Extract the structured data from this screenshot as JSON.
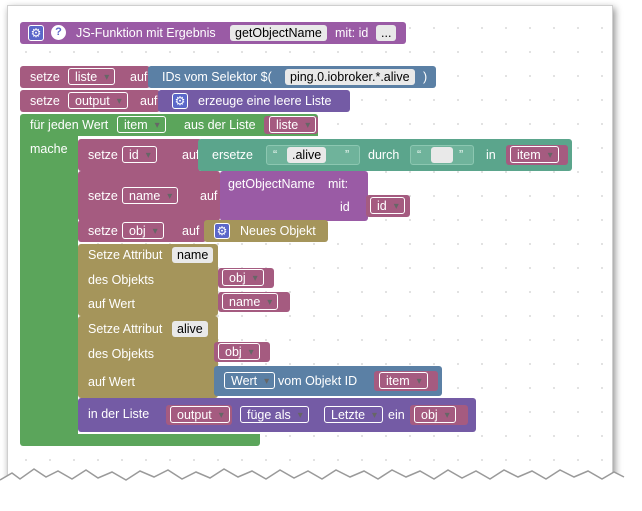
{
  "header": {
    "title": "JS-Funktion mit Ergebnis",
    "func_name": "getObjectName",
    "with_label": "mit: id",
    "more": "..."
  },
  "row1": {
    "set": "setze",
    "var": "liste",
    "to": "auf",
    "ids": "IDs vom Selektor $(",
    "selector": "ping.0.iobroker.*.alive",
    "close": ")"
  },
  "row2": {
    "set": "setze",
    "var": "output",
    "to": "auf",
    "create": "erzeuge eine leere Liste"
  },
  "loop": {
    "for_each": "für jeden Wert",
    "var": "item",
    "from_list": "aus der Liste",
    "list": "liste",
    "do": "mache"
  },
  "s1": {
    "set": "setze",
    "var": "id",
    "to": "auf",
    "replace": "ersetze",
    "q1": "“",
    "arg1": ".alive",
    "q2": "”",
    "by": "durch",
    "q3": "“",
    "q4": "”",
    "in": "in",
    "item": "item"
  },
  "s2": {
    "set": "setze",
    "var": "name",
    "to": "auf",
    "call": "getObjectName",
    "with": "mit:",
    "param": "id",
    "arg": "id"
  },
  "s3": {
    "set": "setze",
    "var": "obj",
    "to": "auf",
    "new": "Neues Objekt"
  },
  "attr1": {
    "set_attr": "Setze Attribut",
    "attr": "name",
    "of_obj": "des Objekts",
    "obj": "obj",
    "value": "auf Wert",
    "val": "name"
  },
  "attr2": {
    "set_attr": "Setze Attribut",
    "attr": "alive",
    "of_obj": "des Objekts",
    "obj": "obj",
    "value": "auf Wert",
    "wert": "Wert",
    "from_obj": "vom Objekt ID",
    "item": "item"
  },
  "listop": {
    "in_list": "in der Liste",
    "list": "output",
    "add": "füge als",
    "pos": "Letzte",
    "one": "ein",
    "obj": "obj"
  },
  "icons": {
    "gear": "gear-icon",
    "help": "help-icon"
  }
}
